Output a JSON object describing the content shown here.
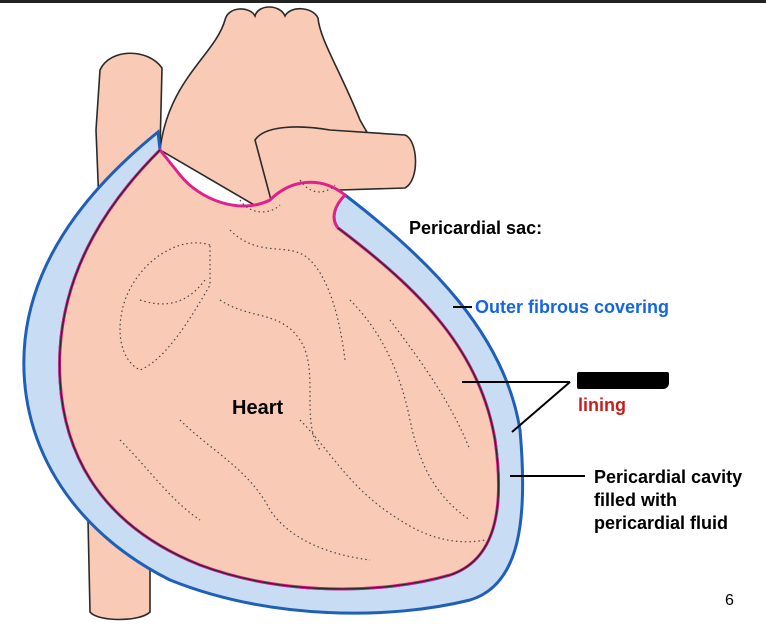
{
  "labels": {
    "sac_title": "Pericardial sac:",
    "outer": "Outer fibrous covering",
    "heart": "Heart",
    "lining_visible": "lining",
    "cavity_lines": [
      "Pericardial cavity",
      "filled with",
      "pericardial fluid"
    ]
  },
  "page_number": "6",
  "colors": {
    "heart_fill": "#f9cbb6",
    "sac_fill": "#c8ddf4",
    "outer_fibrous": "#1e5fb8",
    "serous_lining": "#e0208c",
    "outer_label": "#1565e6",
    "lining_label": "#c81e1e"
  }
}
